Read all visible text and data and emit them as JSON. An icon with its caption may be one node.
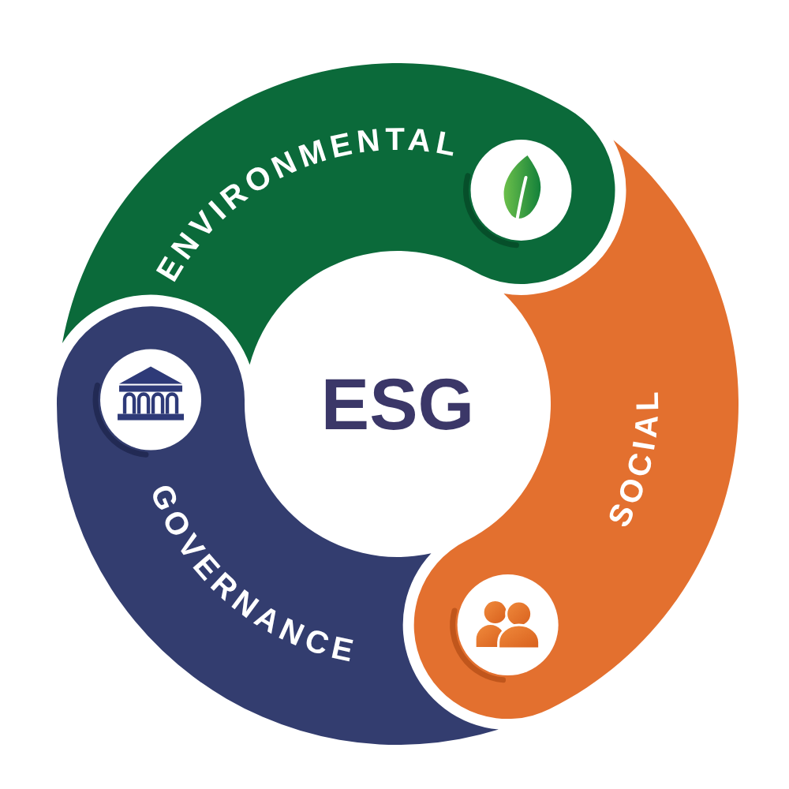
{
  "diagram": {
    "nodes": [
      {
        "text": [
          "ESG"
        ]
      },
      {
        "text": [
          "ENVIRONMENTAL"
        ]
      },
      {
        "text": [
          "SOCIAL"
        ]
      },
      {
        "text": [
          "GOVERNANCE"
        ]
      }
    ]
  }
}
